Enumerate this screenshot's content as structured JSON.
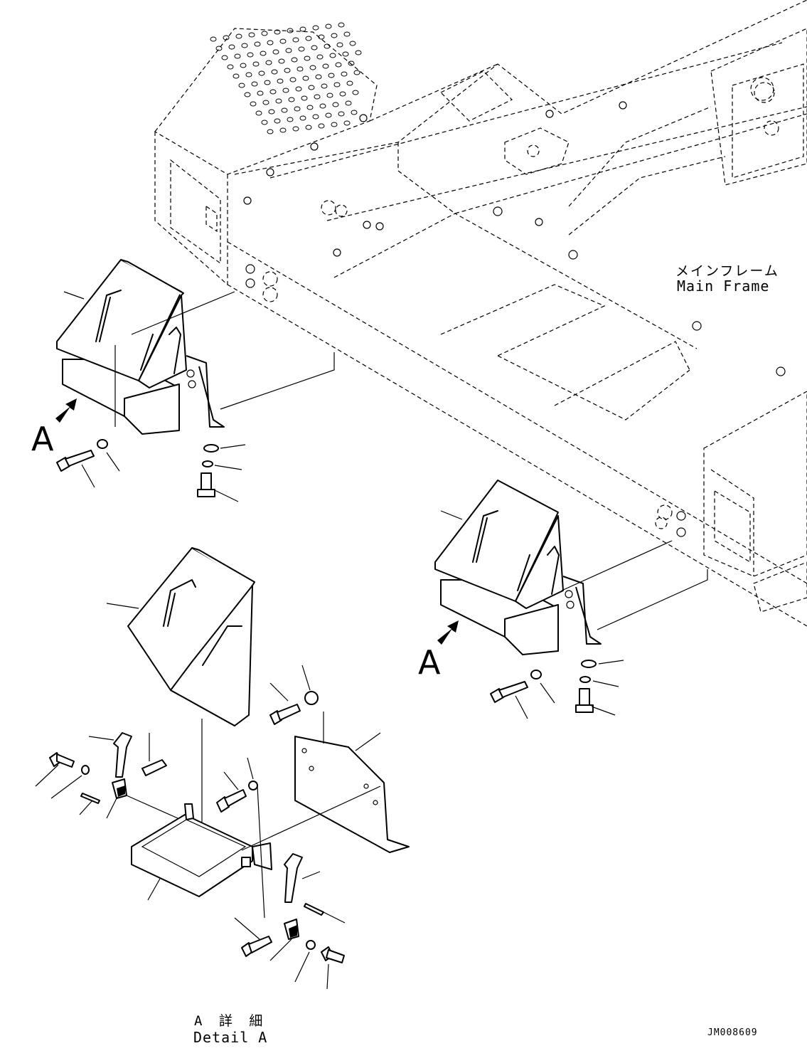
{
  "labels": {
    "main_frame_ja": "メインフレーム",
    "main_frame_en": "Main Frame",
    "view_a_left": "A",
    "view_a_right": "A",
    "detail_ja": "A 詳 細",
    "detail_en": "Detail A",
    "drawing_number": "JM008609"
  },
  "colors": {
    "line": "#000000",
    "background": "#ffffff"
  }
}
